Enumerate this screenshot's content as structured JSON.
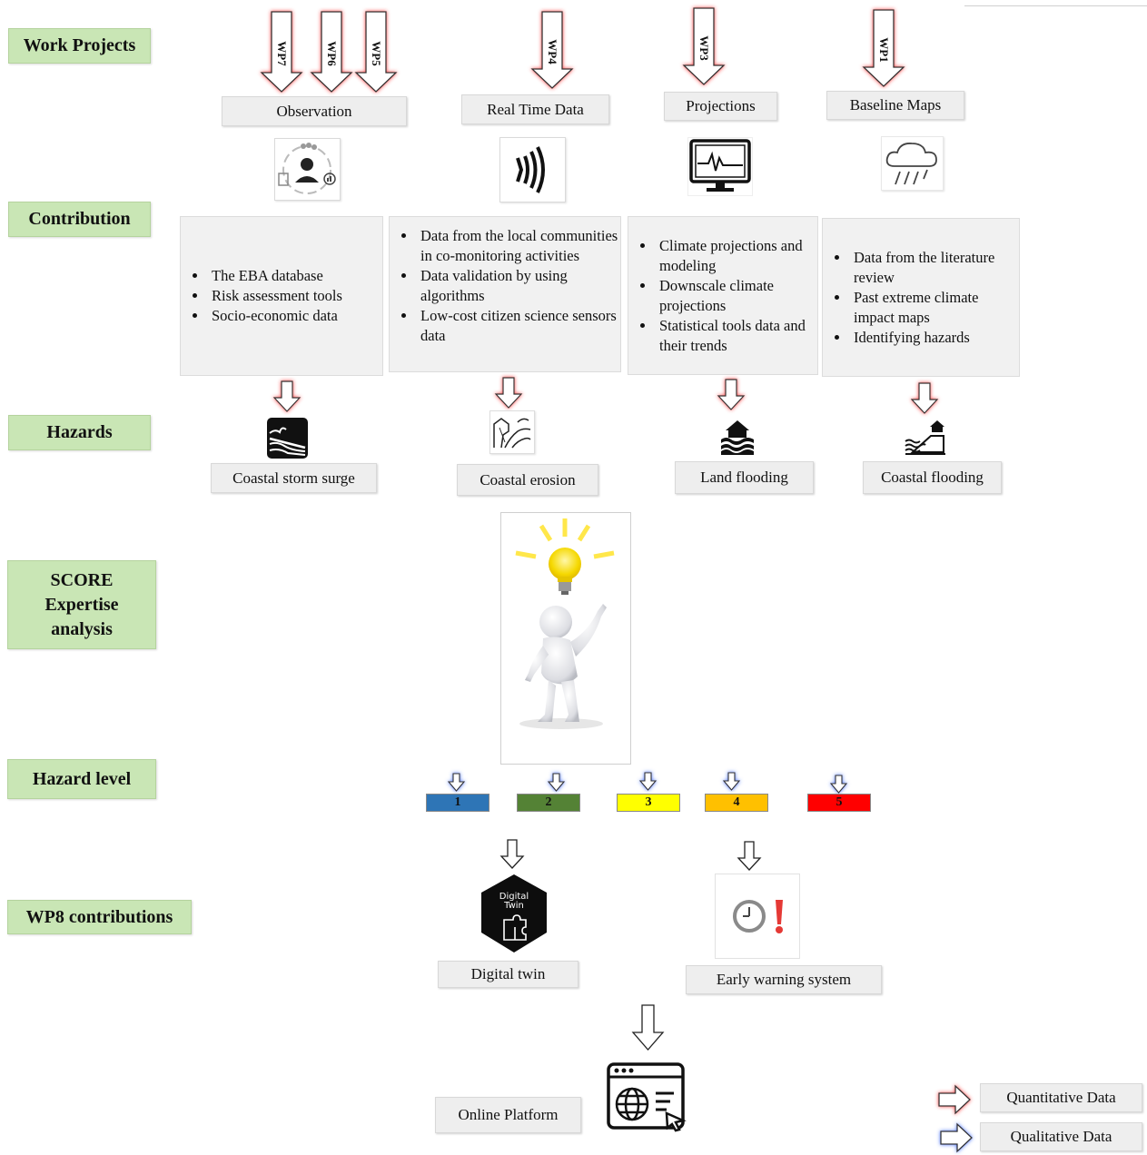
{
  "rows": {
    "work_projects": "Work Projects",
    "contribution": "Contribution",
    "hazards": "Hazards",
    "score_line1": "SCORE",
    "score_line2": "Expertise",
    "score_line3": "analysis",
    "hazard_level": "Hazard level",
    "wp8": "WP8 contributions"
  },
  "work_packages": {
    "wp7": "WP7",
    "wp6": "WP6",
    "wp5": "WP5",
    "wp4": "WP4",
    "wp3": "WP3",
    "wp1": "WP1"
  },
  "sources": {
    "observation": "Observation",
    "real_time": "Real Time Data",
    "projections": "Projections",
    "baseline": "Baseline Maps"
  },
  "contributions": {
    "observation": [
      "The EBA database",
      "Risk assessment tools",
      "Socio-economic data"
    ],
    "real_time": [
      "Data from the local communities in co-monitoring activities",
      "Data validation by using algorithms",
      "Low-cost citizen science sensors data"
    ],
    "projections": [
      "Climate projections and modeling",
      "Downscale climate projections",
      "Statistical tools data and their trends"
    ],
    "baseline": [
      "Data from the literature review",
      "Past extreme climate impact maps",
      "Identifying hazards"
    ]
  },
  "hazards": {
    "storm_surge": "Coastal storm surge",
    "erosion": "Coastal erosion",
    "land_flooding": "Land flooding",
    "coastal_flooding": "Coastal flooding"
  },
  "levels": [
    {
      "label": "1",
      "color": "#2e75b6"
    },
    {
      "label": "2",
      "color": "#548235"
    },
    {
      "label": "3",
      "color": "#ffff00"
    },
    {
      "label": "4",
      "color": "#ffc000"
    },
    {
      "label": "5",
      "color": "#ff0000"
    }
  ],
  "wp8": {
    "digital_twin_icon_line1": "Digital",
    "digital_twin_icon_line2": "Twin",
    "digital_twin": "Digital twin",
    "early_warning": "Early warning system",
    "online_platform": "Online Platform"
  },
  "legend": {
    "quantitative": "Quantitative Data",
    "qualitative": "Qualitative Data"
  },
  "colors": {
    "row_label_bg": "#c9e6b5",
    "quantitative_glow": "#ff3b3b",
    "qualitative_glow": "#3b6fff"
  }
}
